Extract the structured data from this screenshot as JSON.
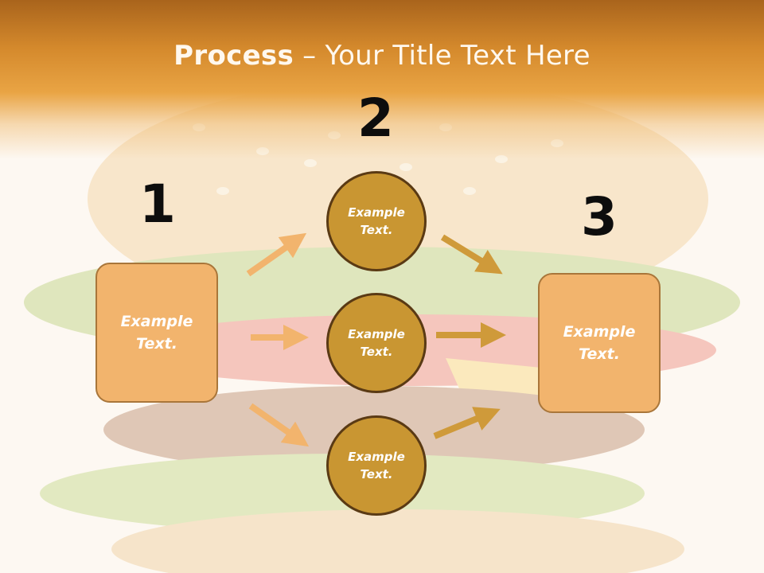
{
  "slide": {
    "title_bold": "Process",
    "title_rest": " – Your Title Text Here"
  },
  "numbers": [
    "1",
    "2",
    "3"
  ],
  "left_box": {
    "text": "Example\nText."
  },
  "circles": [
    {
      "text": "Example\nText."
    },
    {
      "text": "Example\nText."
    },
    {
      "text": "Example\nText."
    }
  ],
  "right_box": {
    "text": "Example\nText."
  },
  "colors": {
    "header": "#d4892c",
    "box_fill": "#f2b46d",
    "circle_fill": "#c99632",
    "arrow_light": "#f2b46d",
    "arrow_dark": "#cf9a3a"
  }
}
